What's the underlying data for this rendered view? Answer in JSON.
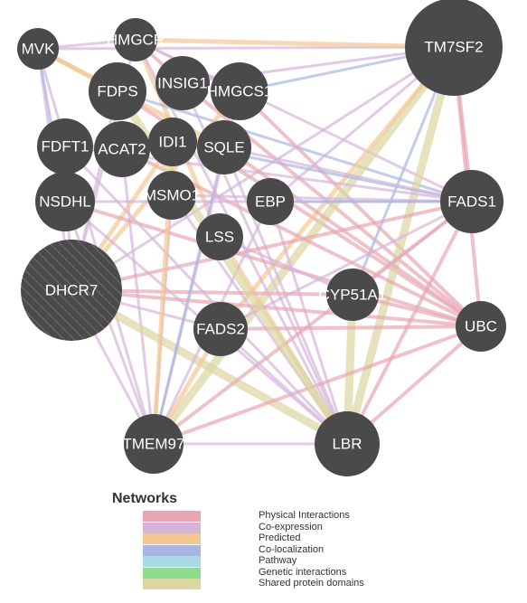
{
  "legend": {
    "title": "Networks",
    "items": [
      {
        "key": "physical",
        "label": "Physical Interactions",
        "color": "#e8a6b0"
      },
      {
        "key": "coexp",
        "label": "Co-expression",
        "color": "#d4b5da"
      },
      {
        "key": "predicted",
        "label": "Predicted",
        "color": "#f3c794"
      },
      {
        "key": "coloc",
        "label": "Co-localization",
        "color": "#a8b6e3"
      },
      {
        "key": "pathway",
        "label": "Pathway",
        "color": "#a8dbe3"
      },
      {
        "key": "genetic",
        "label": "Genetic interactions",
        "color": "#8fdc8f"
      },
      {
        "key": "shared",
        "label": "Shared protein domains",
        "color": "#dcd6a2"
      }
    ]
  },
  "nodes": [
    {
      "id": "MVK",
      "label": "MVK",
      "hatched": false
    },
    {
      "id": "HMGCR",
      "label": "HMGCR",
      "hatched": false
    },
    {
      "id": "FDPS",
      "label": "FDPS",
      "hatched": false
    },
    {
      "id": "INSIG1",
      "label": "INSIG1",
      "hatched": false
    },
    {
      "id": "HMGCS1",
      "label": "HMGCS1",
      "hatched": false
    },
    {
      "id": "TM7SF2",
      "label": "TM7SF2",
      "hatched": false
    },
    {
      "id": "FDFT1",
      "label": "FDFT1",
      "hatched": false
    },
    {
      "id": "ACAT2",
      "label": "ACAT2",
      "hatched": false
    },
    {
      "id": "IDI1",
      "label": "IDI1",
      "hatched": false
    },
    {
      "id": "SQLE",
      "label": "SQLE",
      "hatched": false
    },
    {
      "id": "NSDHL",
      "label": "NSDHL",
      "hatched": false
    },
    {
      "id": "MSMO1",
      "label": "MSMO1",
      "hatched": false
    },
    {
      "id": "EBP",
      "label": "EBP",
      "hatched": false
    },
    {
      "id": "FADS1",
      "label": "FADS1",
      "hatched": false
    },
    {
      "id": "LSS",
      "label": "LSS",
      "hatched": false
    },
    {
      "id": "DHCR7",
      "label": "DHCR7",
      "hatched": true
    },
    {
      "id": "CYP51A1",
      "label": "CYP51A1",
      "hatched": false
    },
    {
      "id": "UBC",
      "label": "UBC",
      "hatched": false
    },
    {
      "id": "FADS2",
      "label": "FADS2",
      "hatched": false
    },
    {
      "id": "TMEM97",
      "label": "TMEM97",
      "hatched": false
    },
    {
      "id": "LBR",
      "label": "LBR",
      "hatched": false
    }
  ],
  "edges": [
    {
      "a": "MVK",
      "b": "HMGCR",
      "type": "coexp"
    },
    {
      "a": "MVK",
      "b": "FDPS",
      "type": "predicted"
    },
    {
      "a": "MVK",
      "b": "DHCR7",
      "type": "coexp"
    },
    {
      "a": "MVK",
      "b": "TM7SF2",
      "type": "coexp"
    },
    {
      "a": "MVK",
      "b": "NSDHL",
      "type": "coloc"
    },
    {
      "a": "MVK",
      "b": "TMEM97",
      "type": "coexp"
    },
    {
      "a": "MVK",
      "b": "SQLE",
      "type": "predicted"
    },
    {
      "a": "HMGCR",
      "b": "TM7SF2",
      "type": "predicted"
    },
    {
      "a": "HMGCR",
      "b": "INSIG1",
      "type": "physical"
    },
    {
      "a": "HMGCR",
      "b": "HMGCS1",
      "type": "coexp"
    },
    {
      "a": "HMGCR",
      "b": "DHCR7",
      "type": "coexp"
    },
    {
      "a": "HMGCR",
      "b": "LSS",
      "type": "predicted"
    },
    {
      "a": "HMGCR",
      "b": "FADS1",
      "type": "coexp"
    },
    {
      "a": "FDPS",
      "b": "DHCR7",
      "type": "coexp"
    },
    {
      "a": "FDPS",
      "b": "FADS1",
      "type": "coloc"
    },
    {
      "a": "FDPS",
      "b": "UBC",
      "type": "physical"
    },
    {
      "a": "INSIG1",
      "b": "TM7SF2",
      "type": "coexp"
    },
    {
      "a": "INSIG1",
      "b": "UBC",
      "type": "physical"
    },
    {
      "a": "INSIG1",
      "b": "LBR",
      "type": "coexp"
    },
    {
      "a": "HMGCS1",
      "b": "TM7SF2",
      "type": "coloc"
    },
    {
      "a": "HMGCS1",
      "b": "DHCR7",
      "type": "predicted"
    },
    {
      "a": "HMGCS1",
      "b": "UBC",
      "type": "physical"
    },
    {
      "a": "TM7SF2",
      "b": "LBR",
      "type": "shared"
    },
    {
      "a": "TM7SF2",
      "b": "DHCR7",
      "type": "coexp"
    },
    {
      "a": "TM7SF2",
      "b": "FADS1",
      "type": "physical"
    },
    {
      "a": "TM7SF2",
      "b": "CYP51A1",
      "type": "coloc"
    },
    {
      "a": "TM7SF2",
      "b": "TMEM97",
      "type": "shared"
    },
    {
      "a": "TM7SF2",
      "b": "EBP",
      "type": "coexp"
    },
    {
      "a": "TM7SF2",
      "b": "FADS2",
      "type": "predicted"
    },
    {
      "a": "TM7SF2",
      "b": "UBC",
      "type": "physical"
    },
    {
      "a": "FDFT1",
      "b": "DHCR7",
      "type": "coexp"
    },
    {
      "a": "FDFT1",
      "b": "SQLE",
      "type": "predicted"
    },
    {
      "a": "FDFT1",
      "b": "FADS1",
      "type": "coexp"
    },
    {
      "a": "ACAT2",
      "b": "UBC",
      "type": "physical"
    },
    {
      "a": "ACAT2",
      "b": "TMEM97",
      "type": "coexp"
    },
    {
      "a": "IDI1",
      "b": "FADS1",
      "type": "coloc"
    },
    {
      "a": "IDI1",
      "b": "DHCR7",
      "type": "predicted"
    },
    {
      "a": "SQLE",
      "b": "FADS1",
      "type": "coexp"
    },
    {
      "a": "SQLE",
      "b": "UBC",
      "type": "physical"
    },
    {
      "a": "SQLE",
      "b": "LBR",
      "type": "coexp"
    },
    {
      "a": "NSDHL",
      "b": "UBC",
      "type": "physical"
    },
    {
      "a": "NSDHL",
      "b": "FADS1",
      "type": "coexp"
    },
    {
      "a": "NSDHL",
      "b": "TMEM97",
      "type": "coexp"
    },
    {
      "a": "MSMO1",
      "b": "FADS1",
      "type": "coexp"
    },
    {
      "a": "MSMO1",
      "b": "LBR",
      "type": "coexp"
    },
    {
      "a": "EBP",
      "b": "FADS1",
      "type": "coloc"
    },
    {
      "a": "EBP",
      "b": "LBR",
      "type": "coexp"
    },
    {
      "a": "LSS",
      "b": "LBR",
      "type": "predicted"
    },
    {
      "a": "LSS",
      "b": "CYP51A1",
      "type": "coexp"
    },
    {
      "a": "DHCR7",
      "b": "UBC",
      "type": "physical"
    },
    {
      "a": "DHCR7",
      "b": "FADS1",
      "type": "physical"
    },
    {
      "a": "DHCR7",
      "b": "LBR",
      "type": "shared"
    },
    {
      "a": "DHCR7",
      "b": "TMEM97",
      "type": "coexp"
    },
    {
      "a": "DHCR7",
      "b": "FADS2",
      "type": "coexp"
    },
    {
      "a": "DHCR7",
      "b": "CYP51A1",
      "type": "physical"
    },
    {
      "a": "CYP51A1",
      "b": "UBC",
      "type": "physical"
    },
    {
      "a": "CYP51A1",
      "b": "LBR",
      "type": "shared"
    },
    {
      "a": "CYP51A1",
      "b": "FADS1",
      "type": "coexp"
    },
    {
      "a": "UBC",
      "b": "LBR",
      "type": "physical"
    },
    {
      "a": "UBC",
      "b": "TMEM97",
      "type": "physical"
    },
    {
      "a": "FADS1",
      "b": "TMEM97",
      "type": "physical"
    },
    {
      "a": "FADS1",
      "b": "LBR",
      "type": "physical"
    },
    {
      "a": "FADS2",
      "b": "FADS1",
      "type": "coexp"
    },
    {
      "a": "FADS2",
      "b": "UBC",
      "type": "physical"
    },
    {
      "a": "FADS2",
      "b": "TMEM97",
      "type": "predicted"
    },
    {
      "a": "FADS2",
      "b": "LBR",
      "type": "coexp"
    },
    {
      "a": "TMEM97",
      "b": "LBR",
      "type": "coexp"
    },
    {
      "a": "TMEM97",
      "b": "HMGCS1",
      "type": "coexp"
    },
    {
      "a": "TMEM97",
      "b": "SQLE",
      "type": "coloc"
    },
    {
      "a": "LBR",
      "b": "HMGCR",
      "type": "coexp"
    },
    {
      "a": "LBR",
      "b": "FDFT1",
      "type": "coexp"
    },
    {
      "a": "MSMO1",
      "b": "TMEM97",
      "type": "coexp"
    },
    {
      "a": "EBP",
      "b": "TMEM97",
      "type": "coexp"
    },
    {
      "a": "NSDHL",
      "b": "LBR",
      "type": "coexp"
    },
    {
      "a": "IDI1",
      "b": "TMEM97",
      "type": "predicted"
    },
    {
      "a": "FDPS",
      "b": "LBR",
      "type": "shared"
    }
  ]
}
